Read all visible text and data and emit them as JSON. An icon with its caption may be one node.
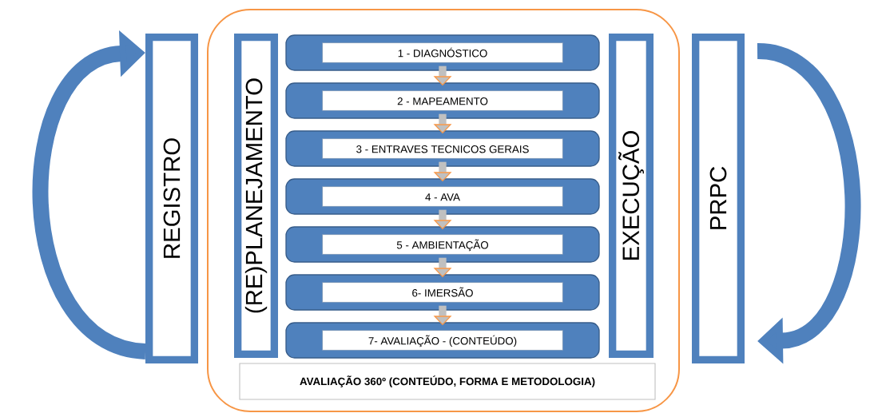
{
  "diagram": {
    "nodes": [
      {
        "text": [
          "REGISTRO"
        ]
      },
      {
        "text": [],
        "shape": "box"
      },
      {
        "text": [
          "(RE)PLANEJAMENTO"
        ],
        "in": 1
      },
      {
        "text": [
          "1 - DIAGNÓSTICO"
        ],
        "in": 1
      },
      {
        "text": [
          "2 - MAPEAMENTO"
        ],
        "in": 1
      },
      {
        "text": [
          "3 - ENTRAVES TECNICOS GERAIS"
        ],
        "in": 1
      },
      {
        "text": [
          "4 - AVA"
        ],
        "in": 1
      },
      {
        "text": [
          "5 - AMBIENTAÇÃO"
        ],
        "in": 1
      },
      {
        "text": [
          "6- IMERSÃO"
        ],
        "in": 1
      },
      {
        "text": [
          "7- AVALIAÇÃO - (CONTEÚDO)"
        ],
        "in": 1
      },
      {
        "text": [
          "EXECUÇÃO"
        ],
        "in": 1
      },
      {
        "text": [
          "AVALIAÇÃO 360º (CONTEÚDO, FORMA E METODOLOGIA)"
        ],
        "in": 1
      },
      {
        "text": [
          "PRPC"
        ]
      }
    ],
    "edges": [
      {
        "from": 0,
        "to": 0,
        "arrow": "to",
        "style": "thick",
        "color": "#4f81bd"
      },
      {
        "from": 3,
        "to": 4,
        "arrow": "to"
      },
      {
        "from": 4,
        "to": 5,
        "arrow": "to"
      },
      {
        "from": 5,
        "to": 6,
        "arrow": "to"
      },
      {
        "from": 6,
        "to": 7,
        "arrow": "to"
      },
      {
        "from": 7,
        "to": 8,
        "arrow": "to"
      },
      {
        "from": 8,
        "to": 9,
        "arrow": "to"
      },
      {
        "from": 12,
        "to": 12,
        "arrow": "to",
        "style": "thick",
        "color": "#4f81bd"
      }
    ]
  }
}
